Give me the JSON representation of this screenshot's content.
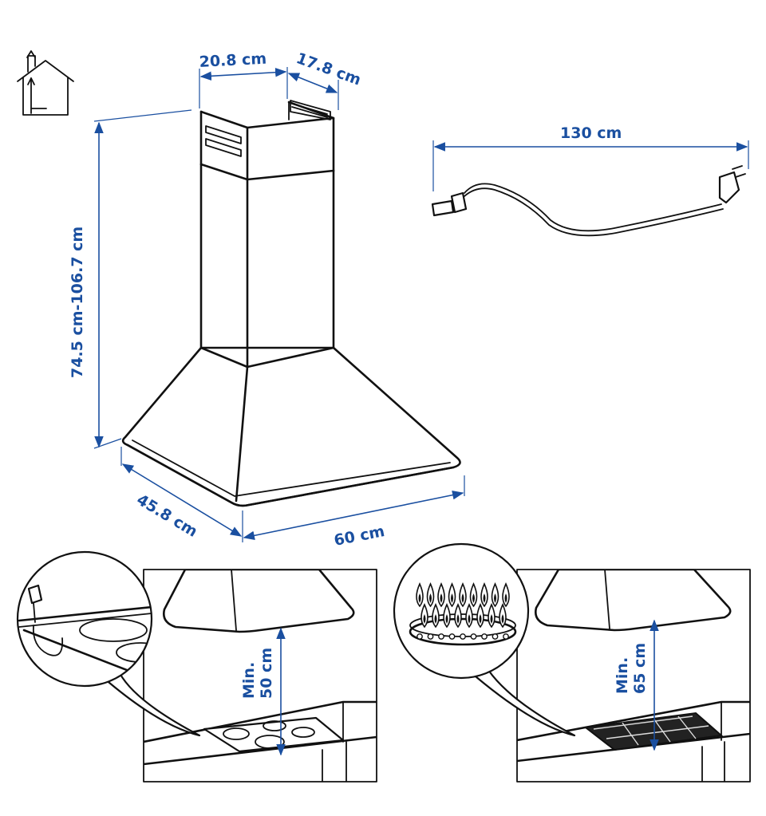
{
  "dimensions": {
    "duct_width": "20.8 cm",
    "duct_depth": "17.8 cm",
    "height_range": "74.5 cm-106.7 cm",
    "depth": "45.8 cm",
    "width": "60 cm",
    "cord_length": "130 cm"
  },
  "clearance": {
    "electric": {
      "label_line1": "Min.",
      "label_line2": "50 cm"
    },
    "gas": {
      "label_line1": "Min.",
      "label_line2": "65 cm"
    }
  },
  "colors": {
    "accent": "#1a4fa0",
    "line": "#111111"
  },
  "icons": [
    "house-duct-icon",
    "power-cord-icon",
    "electric-hob-icon",
    "gas-hob-icon",
    "flame-icon"
  ]
}
